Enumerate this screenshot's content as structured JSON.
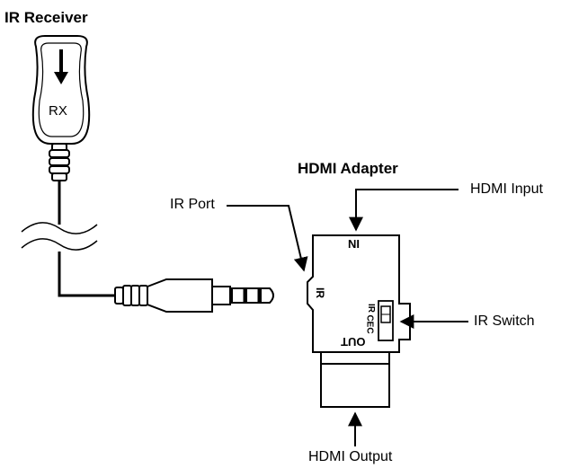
{
  "titles": {
    "ir_receiver": "IR Receiver",
    "hdmi_adapter": "HDMI Adapter"
  },
  "callouts": {
    "ir_port": "IR Port",
    "hdmi_input": "HDMI Input",
    "ir_switch": "IR Switch",
    "hdmi_output": "HDMI Output"
  },
  "device_markings": {
    "receiver": "RX",
    "adapter_in": "IN",
    "adapter_ir_port": "IR",
    "adapter_out": "OUT",
    "switch_cec": "CEC",
    "switch_ir": "IR"
  }
}
